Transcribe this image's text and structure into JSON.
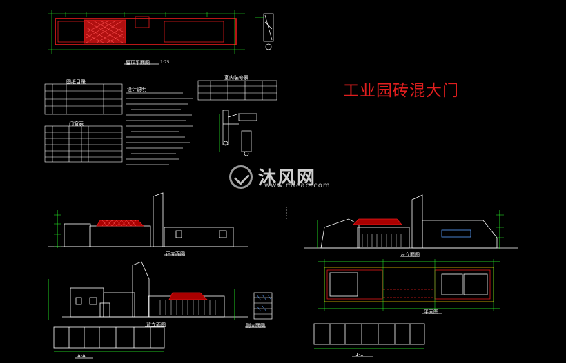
{
  "title": "工业园砖混大门",
  "watermark": {
    "name": "沐风网",
    "url": "www.mfcad.com"
  },
  "drawings": {
    "plan_top": "屋顶平面图",
    "front_elevation": "正立面图",
    "back_elevation": "背立面图",
    "side_elevation_left": "左立面图",
    "side_elevation_right": "侧立面图",
    "floor_plan": "平面图",
    "section_a": "A-A",
    "section_1": "1-1",
    "scale": "1:75"
  },
  "tables": {
    "drawing_list_title": "图纸目录",
    "door_window_title": "门窗表",
    "notes_title": "设计说明",
    "room_finish_title": "室内装修表"
  }
}
